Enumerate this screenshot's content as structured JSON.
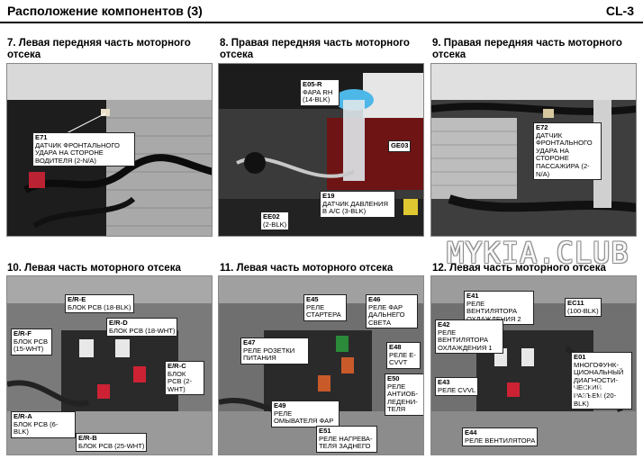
{
  "header": {
    "title": "Расположение компонентов (3)",
    "page": "CL-3"
  },
  "sections": [
    {
      "title": "7. Левая передняя часть моторного отсека",
      "labels": [
        {
          "code": "E71",
          "desc": "ДАТЧИК ФРОНТАЛЬНОГО УДАРА НА СТОРОНЕ ВОДИТЕЛЯ (2-N/A)"
        }
      ]
    },
    {
      "title": "8. Правая передняя часть моторного отсека",
      "labels": [
        {
          "code": "E05-R",
          "desc": "ФАРА RH (14-BLK)"
        },
        {
          "code": "GE03",
          "desc": ""
        },
        {
          "code": "E19",
          "desc": "ДАТЧИК ДАВЛЕНИЯ В А/С (3-BLK)"
        },
        {
          "code": "EE02",
          "desc": "(2-BLK)"
        }
      ]
    },
    {
      "title": "9. Правая передняя часть моторного отсека",
      "labels": [
        {
          "code": "E72",
          "desc": "ДАТЧИК ФРОНТАЛЬНОГО УДАРА НА СТОРОНЕ ПАССАЖИРА (2-N/A)"
        }
      ]
    },
    {
      "title": "10. Левая часть моторного отсека",
      "labels": [
        {
          "code": "E/R-E",
          "desc": "БЛОК PCB (18-BLK)"
        },
        {
          "code": "E/R-D",
          "desc": "БЛОК PCB (18-WHT)"
        },
        {
          "code": "E/R-F",
          "desc": "БЛОК PCB (15-WHT)"
        },
        {
          "code": "E/R-C",
          "desc": "БЛОК PCB (2-WHT)"
        },
        {
          "code": "E/R-A",
          "desc": "БЛОК PCB (6-BLK)"
        },
        {
          "code": "E/R-B",
          "desc": "БЛОК PCB (25-WHT)"
        }
      ]
    },
    {
      "title": "11. Левая часть моторного отсека",
      "labels": [
        {
          "code": "E45",
          "desc": "РЕЛЕ СТАРТЕРА"
        },
        {
          "code": "E46",
          "desc": "РЕЛЕ ФАР ДАЛЬНЕГО СВЕТА"
        },
        {
          "code": "E47",
          "desc": "РЕЛЕ РОЗЕТКИ ПИТАНИЯ"
        },
        {
          "code": "E48",
          "desc": "РЕЛЕ E-CVVT"
        },
        {
          "code": "E50",
          "desc": "РЕЛЕ АНТИОБ-ЛЕДЕНИ-ТЕЛЯ"
        },
        {
          "code": "E49",
          "desc": "РЕЛЕ ОМЫВАТЕЛЯ ФАР"
        },
        {
          "code": "E51",
          "desc": "РЕЛЕ НАГРЕВА-ТЕЛЯ ЗАДНЕГО"
        }
      ]
    },
    {
      "title": "12. Левая часть моторного отсека",
      "labels": [
        {
          "code": "E41",
          "desc": "РЕЛЕ ВЕНТИЛЯТОРА ОХЛАЖДЕНИЯ 2"
        },
        {
          "code": "EC11",
          "desc": "(100-BLK)"
        },
        {
          "code": "E42",
          "desc": "РЕЛЕ ВЕНТИЛЯТОРА ОХЛАЖДЕНИЯ 1"
        },
        {
          "code": "E01",
          "desc": "МНОГОФУНК-ЦИОНАЛЬНЫЙ ДИАГНОСТИ-ЧЕСКИЙ РАЗЪЕМ (20-BLK)"
        },
        {
          "code": "E43",
          "desc": "РЕЛЕ CVVL"
        },
        {
          "code": "E44",
          "desc": "РЕЛЕ ВЕНТИЛЯТОРА"
        }
      ]
    }
  ],
  "watermark": {
    "text": "MYKIA.CLUB",
    "text2": "UB"
  }
}
